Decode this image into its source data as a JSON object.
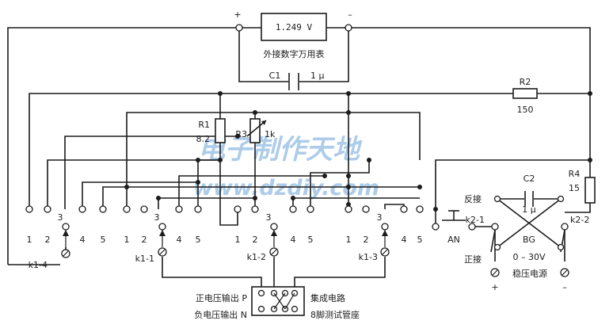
{
  "meter": {
    "reading": "1.249 V",
    "caption": "外接数字万用表",
    "plus": "+",
    "minus": "–"
  },
  "c1": {
    "name": "C1",
    "value": "1 μ"
  },
  "r1": {
    "name": "R1",
    "value": "8.2"
  },
  "r2": {
    "name": "R2",
    "value": "150"
  },
  "r3": {
    "name": "R3",
    "value": "1k"
  },
  "r4": {
    "name": "R4",
    "value": "15"
  },
  "c2": {
    "name": "C2",
    "value": "1 μ"
  },
  "pins": [
    "1",
    "2",
    "3",
    "4",
    "5"
  ],
  "switches": {
    "k1_4": "k1-4",
    "k1_1": "k1-1",
    "k1_2": "k1-2",
    "k1_3": "k1-3",
    "k2_1": "k2-1",
    "k2_2": "k2-2"
  },
  "an": "AN",
  "reverse": "反接",
  "forward": "正接",
  "bg": {
    "name": "BG",
    "range": "0 – 30V",
    "label": "稳压电源",
    "plus": "+",
    "minus": "–"
  },
  "socket": {
    "pos_out": "正电压输出 P",
    "neg_out": "负电压输出 N",
    "ic_title": "集成电路",
    "ic_sub": "8脚测试管座"
  },
  "watermark": {
    "line1": "电子制作天地",
    "line2": "www.dzdiy.com"
  },
  "colors": {
    "ink": "#1c1c1c",
    "watermark": "#6aa3d8"
  }
}
